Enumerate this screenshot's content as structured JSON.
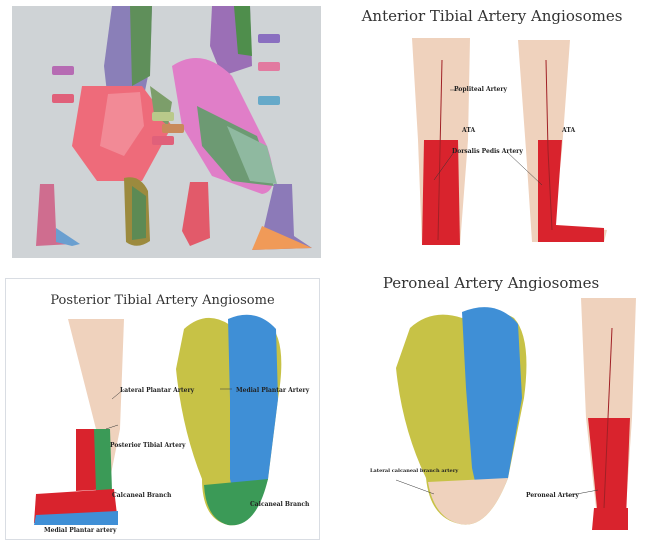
{
  "panel1": {
    "tags": [
      {
        "color": "#b66bb3"
      },
      {
        "color": "#e0607a"
      },
      {
        "color": "#8a6fc0"
      },
      {
        "color": "#e27aa0"
      },
      {
        "color": "#66a9c9"
      },
      {
        "color": "#b9c98a"
      },
      {
        "color": "#e0607a"
      },
      {
        "color": "#c98a5b"
      }
    ]
  },
  "panel2": {
    "title": "Anterior Tibial Artery Angiosomes",
    "labels": {
      "popliteal": "Popliteal Artery",
      "ata_left": "ATA",
      "ata_right": "ATA",
      "dorsalis": "Dorsalis Pedis Artery"
    }
  },
  "panel3": {
    "title": "Posterior Tibial Artery Angiosome",
    "labels": {
      "lateral_plantar": "Lateral Plantar Artery",
      "medial_plantar": "Medial Plantar Artery",
      "posterior_tibial": "Posterior Tibial Artery",
      "calcaneal_branch_left": "Calcaneal Branch",
      "calcaneal_branch_right": "Calcaneal Branch",
      "medial_plantar_artery_bottom": "Medial Plantar artery"
    }
  },
  "panel4": {
    "title": "Peroneal Artery Angiosomes",
    "labels": {
      "lateral_calcaneal": "Lateral calcaneal branch artery",
      "peroneal": "Peroneal Artery"
    }
  },
  "colors": {
    "skin": "#efd2bd",
    "red": "#d9232d",
    "blue": "#3f8fd6",
    "yellow": "#c7c246",
    "green": "#3b9a57",
    "purple": "#7b5ca8",
    "pink": "#e8607c"
  }
}
